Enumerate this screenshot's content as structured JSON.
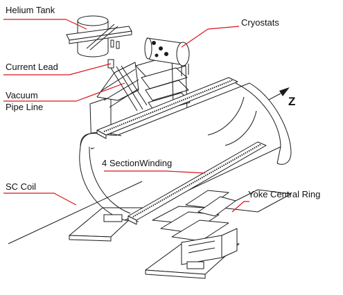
{
  "labels": {
    "helium_tank": "Helium  Tank",
    "cryostats": "Cryostats",
    "current_lead": "Current Lead",
    "vacuum_pipe_line_1": "Vacuum",
    "vacuum_pipe_line_2": "Pipe Line",
    "section_winding": "4 SectionWinding",
    "sc_coil": "SC  Coil",
    "yoke_central_ring": "Yoke Central  Ring"
  },
  "axis": {
    "z": "Z"
  },
  "colors": {
    "leader_line": "#d8141a",
    "drawing_line": "#1a1a1a",
    "background": "#ffffff"
  }
}
